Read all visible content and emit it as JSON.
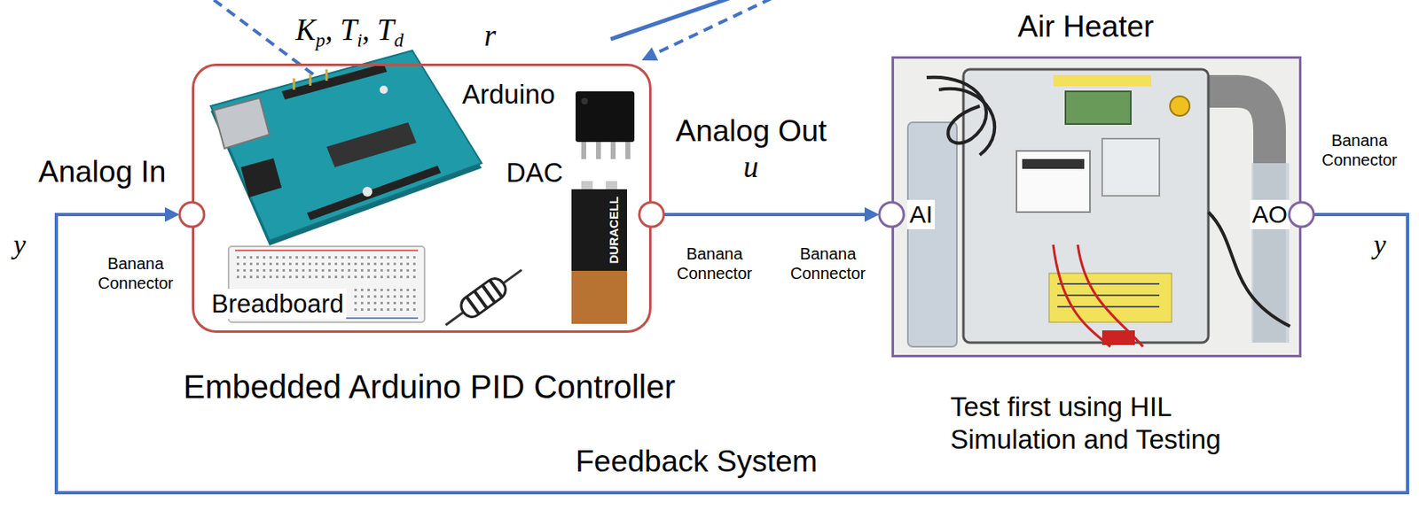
{
  "diagram": {
    "nodes": [
      {
        "text": [
          "Arduino",
          "DAC",
          "Breadboard",
          "Embedded Arduino PID Controller"
        ]
      },
      {
        "text": [
          "Air Heater",
          "AI",
          "AO"
        ]
      }
    ],
    "edges": [
      {
        "from": 0,
        "to": 1,
        "arrow": "to",
        "label": "u"
      },
      {
        "from": 1,
        "to": 0,
        "arrow": "to",
        "label": "Feedback System"
      }
    ],
    "labels": [
      "Kp, Ti, Td",
      "r",
      "Analog In",
      "y",
      "Banana Connector",
      "Analog Out",
      "DURACELL",
      "Banana Connector",
      "Banana Connector",
      "Banana Connector",
      "y",
      "Test first using HIL Simulation and Testing"
    ]
  }
}
